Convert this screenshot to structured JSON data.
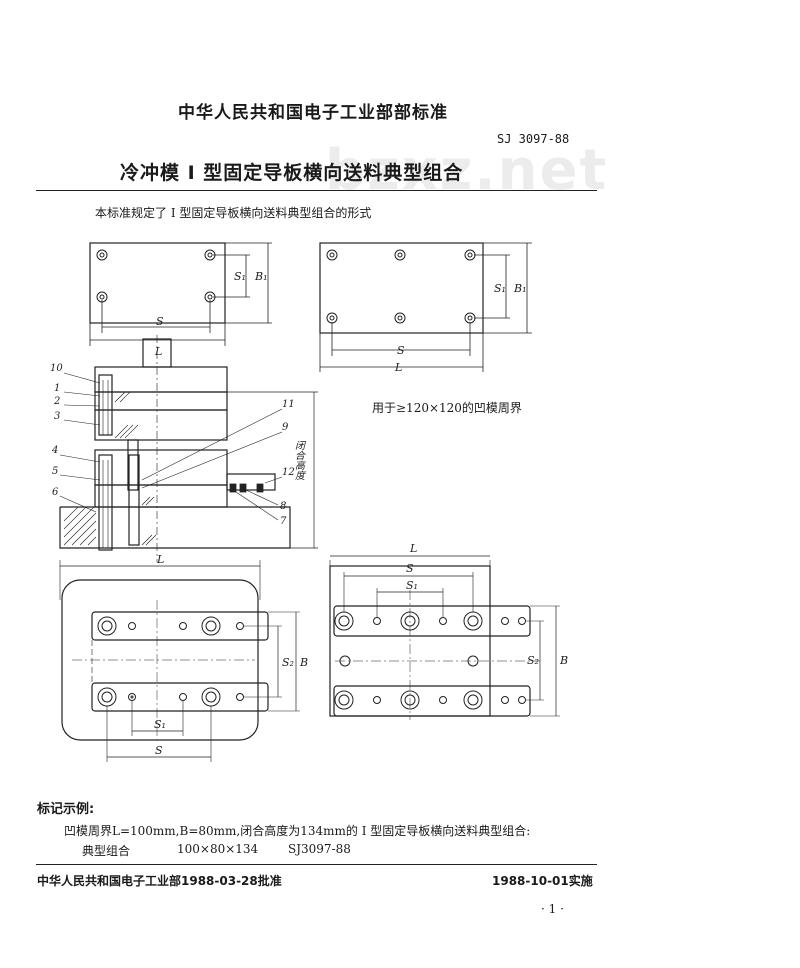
{
  "header": {
    "organization": "中华人民共和国电子工业部部标准",
    "standard_code": "SJ 3097-88",
    "title": "冷冲模    I 型固定导板横向送料典型组合",
    "watermark": "bzxz.net"
  },
  "scope_text": "本标准规定了 I 型固定导板横向送料典型组合的形式",
  "drawing": {
    "dim_s": "S",
    "dim_l": "L",
    "dim_s1": "S₁",
    "dim_b1": "B₁",
    "dim_s2": "S₂",
    "dim_b": "B",
    "closed_height_label": "闭合高度",
    "part_numbers": [
      "10",
      "1",
      "2",
      "3",
      "4",
      "5",
      "6",
      "11",
      "9",
      "12",
      "8",
      "7"
    ],
    "note": "用于≥120×120的凹模周界"
  },
  "example": {
    "heading": "标记示例:",
    "line1": "凹模周界L=100mm,B=80mm,闭合高度为134mm的 I 型固定导板横向送料典型组合:",
    "name": "典型组合",
    "dims": "100×80×134",
    "code": "SJ3097-88"
  },
  "footer": {
    "approval": "中华人民共和国电子工业部1988-03-28批准",
    "implementation": "1988-10-01实施",
    "page": "· 1 ·"
  }
}
